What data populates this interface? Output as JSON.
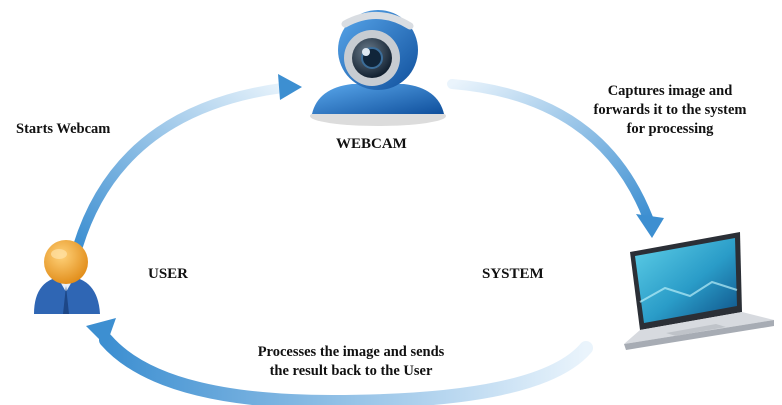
{
  "nodes": {
    "webcam": "WEBCAM",
    "user": "USER",
    "system": "SYSTEM"
  },
  "edges": {
    "user_to_webcam": "Starts Webcam",
    "webcam_to_system": "Captures image and\nforwards it to the system\nfor processing",
    "system_to_user": "Processes the image and sends\nthe result back to the User"
  },
  "colors": {
    "arrow_light": "#cfe6f7",
    "arrow_dark": "#3d8fd1",
    "webcam_body": "#1f6fc4",
    "user_body": "#2f66b4",
    "user_head": "#f0a93a"
  },
  "icons": {
    "webcam": "webcam-icon",
    "user": "user-icon",
    "system": "laptop-icon"
  }
}
